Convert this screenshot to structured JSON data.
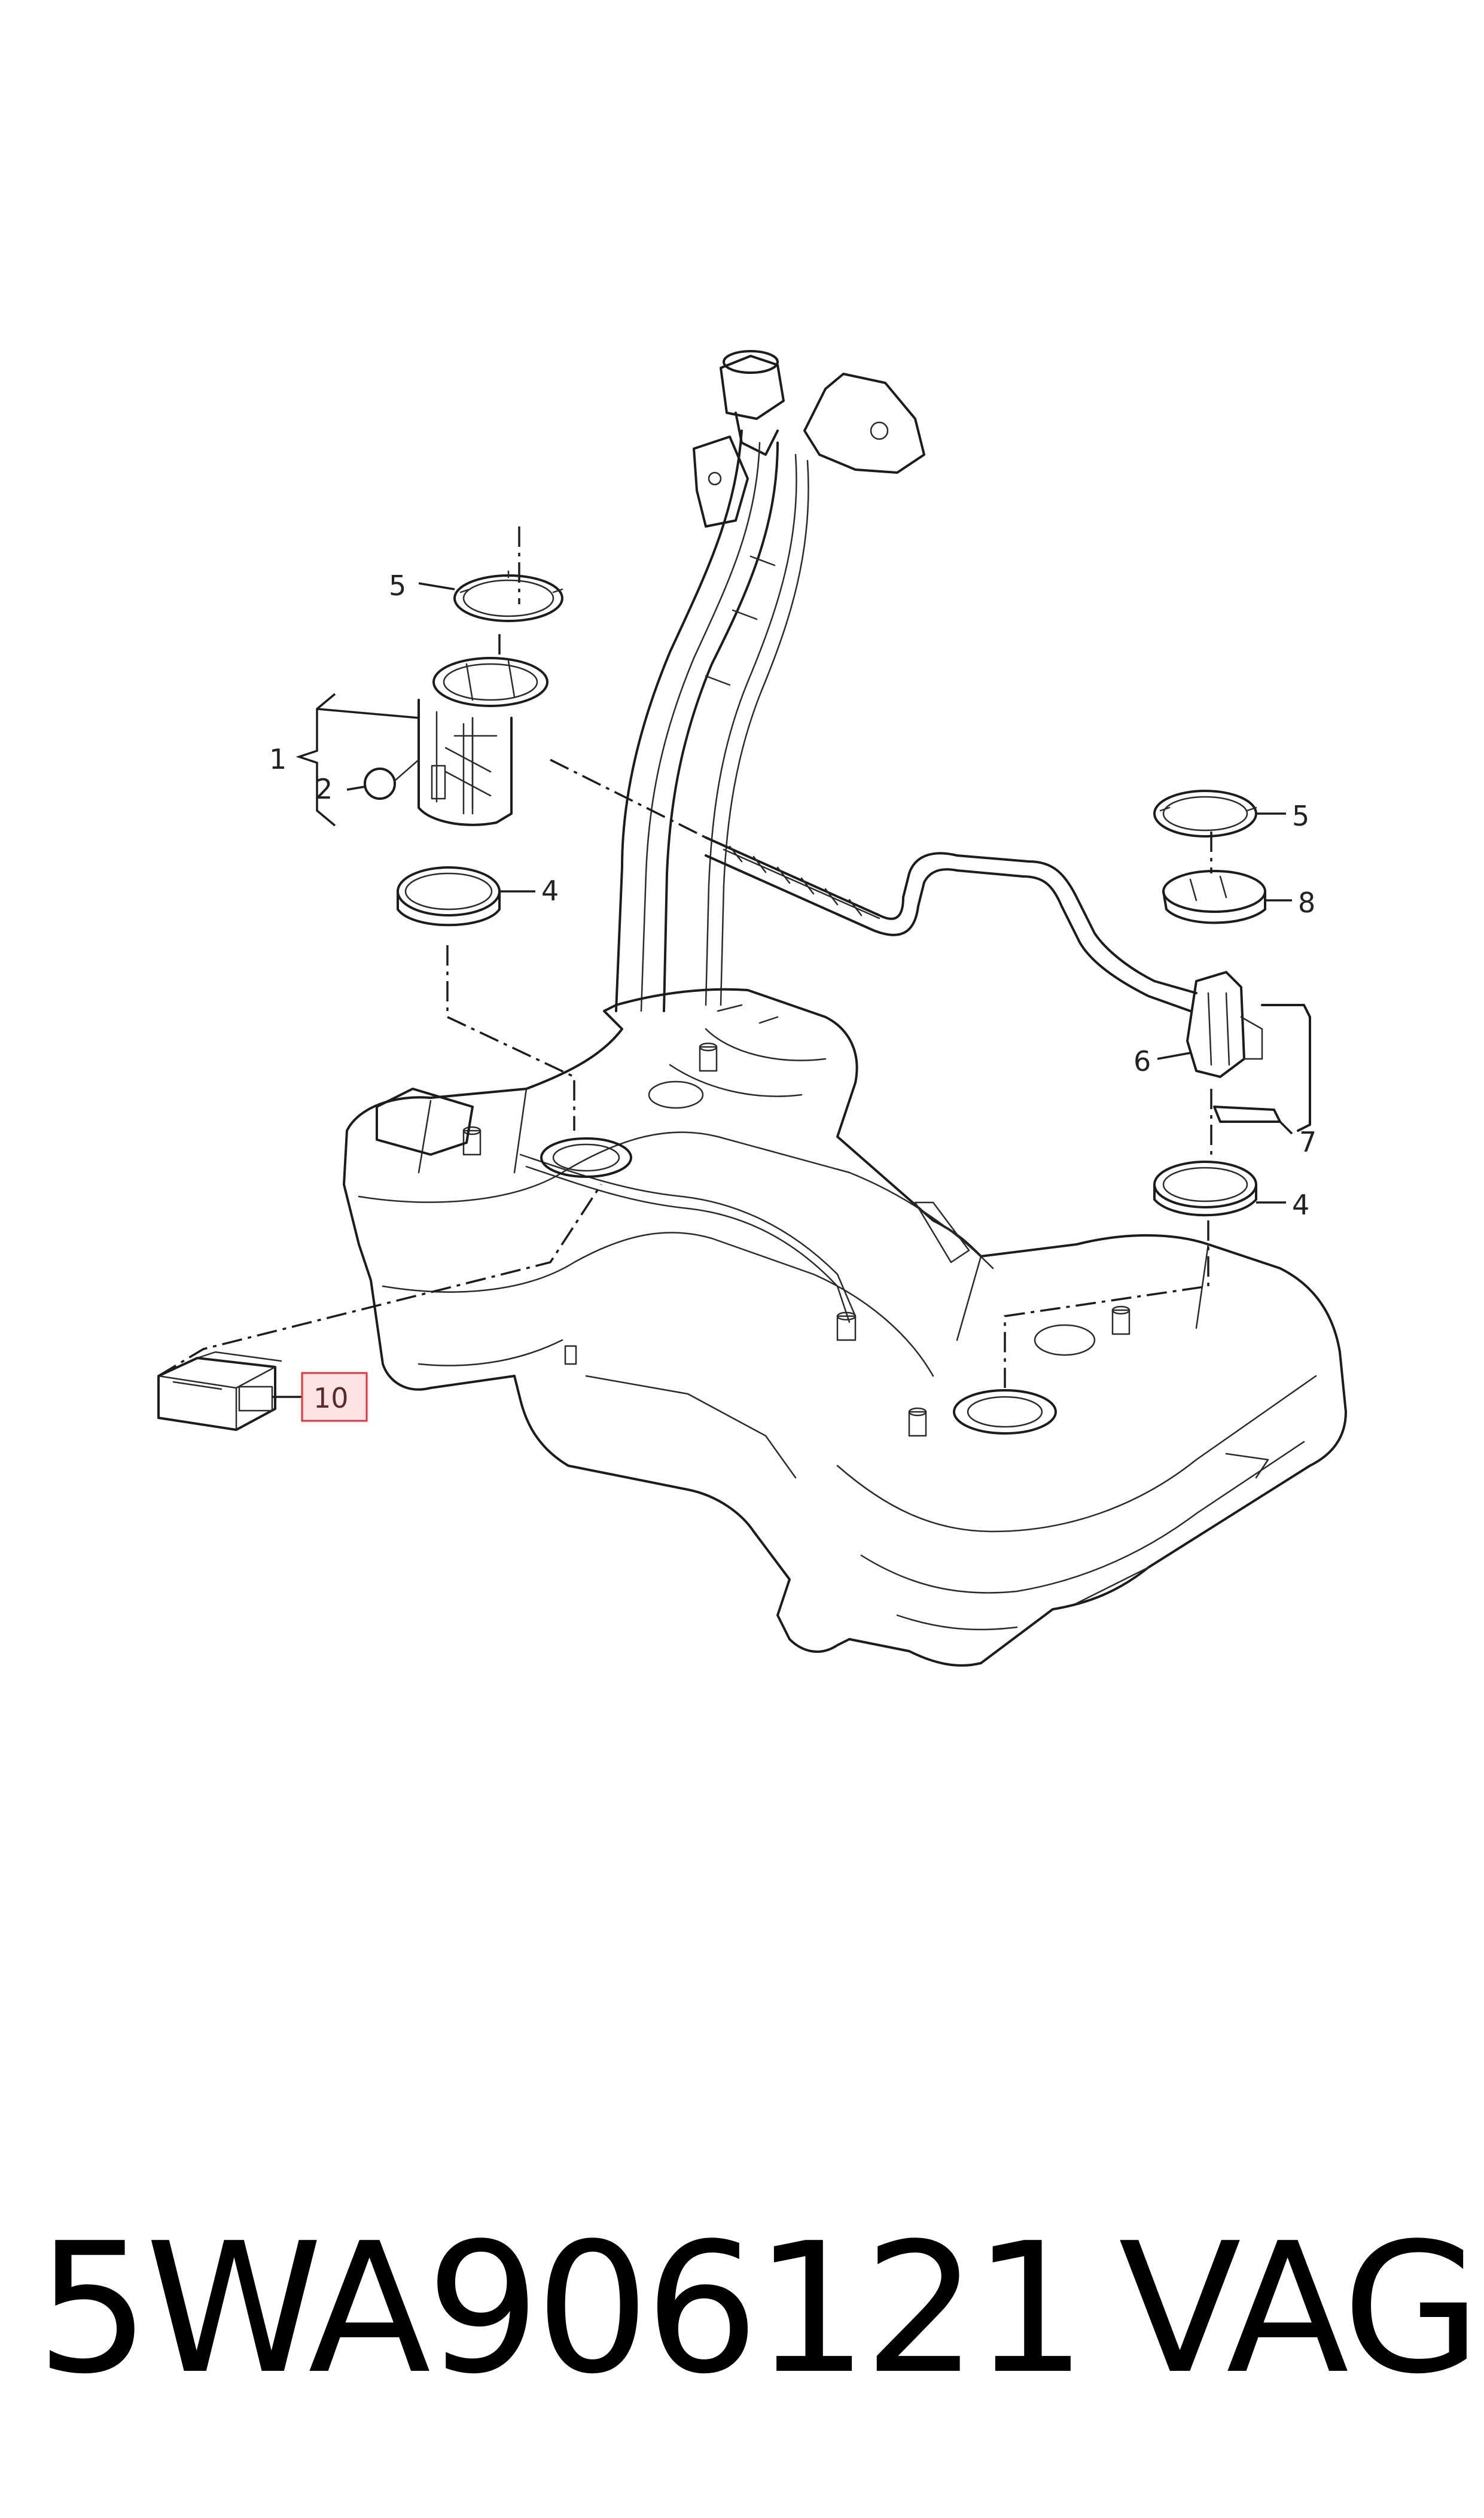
{
  "diagram": {
    "callouts": {
      "c1": "1",
      "c2": "2",
      "c4a": "4",
      "c4b": "4",
      "c5a": "5",
      "c5b": "5",
      "c6": "6",
      "c7": "7",
      "c8": "8",
      "c10": "10"
    },
    "highlight_color": "#e3323a",
    "highlight_fill": "#fde3e3"
  },
  "footer": {
    "part_number": "5WA906121",
    "brand": "VAG"
  }
}
